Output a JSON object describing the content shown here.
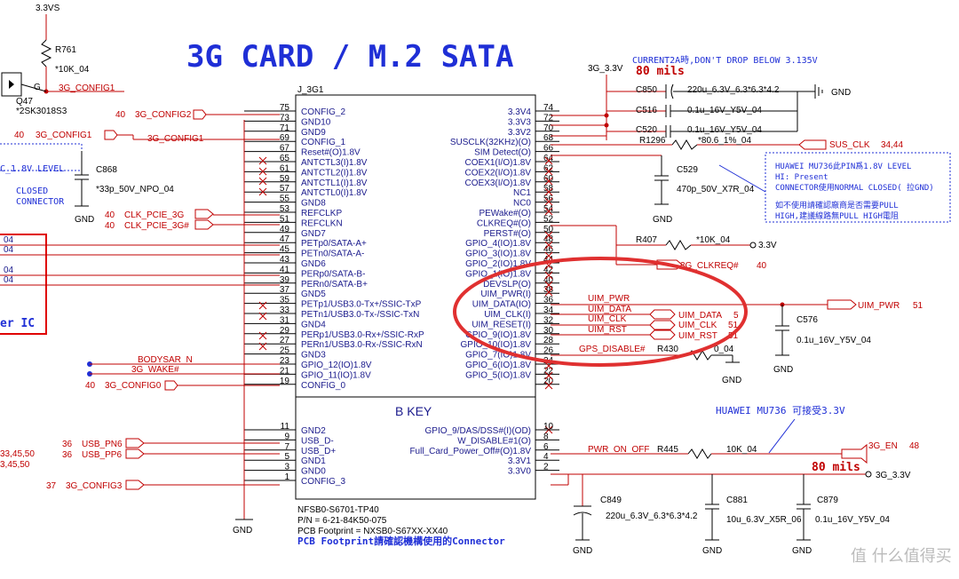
{
  "title": "3G CARD / M.2 SATA",
  "power_top": "3.3VS",
  "r761": {
    "ref": "R761",
    "val": "*10K_04"
  },
  "q47": {
    "ref": "Q47",
    "val": "*2SK3018S3",
    "g": "G"
  },
  "net_3g_config1": "3G_CONFIG1",
  "net_3g_3v": "3G_3.3V",
  "connector": {
    "ref": "J_3G1",
    "key": "B KEY",
    "part": "NFSB0-S6701-TP40",
    "pn": "P/N = 6-21-84K50-075",
    "footprint": "PCB Footprint = NXSB0-S67XX-XX40",
    "footprint_note": "PCB Footprint請確認機構使用的Connector"
  },
  "left_pins": [
    {
      "num": "75",
      "name": "CONFIG_2"
    },
    {
      "num": "73",
      "name": "GND10"
    },
    {
      "num": "71",
      "name": "GND9"
    },
    {
      "num": "69",
      "name": "CONFIG_1"
    },
    {
      "num": "67",
      "name": "Reset#(O)1.8V"
    },
    {
      "num": "65",
      "name": "ANTCTL3(I)1.8V"
    },
    {
      "num": "61",
      "name": "ANTCTL2(I)1.8V"
    },
    {
      "num": "59",
      "name": "ANTCTL1(I)1.8V"
    },
    {
      "num": "57",
      "name": "ANTCTL0(I)1.8V"
    },
    {
      "num": "55",
      "name": "GND8"
    },
    {
      "num": "53",
      "name": "REFCLKP"
    },
    {
      "num": "51",
      "name": "REFCLKN"
    },
    {
      "num": "49",
      "name": "GND7"
    },
    {
      "num": "47",
      "name": "PETp0/SATA-A+"
    },
    {
      "num": "45",
      "name": "PETn0/SATA-A-"
    },
    {
      "num": "43",
      "name": "GND6"
    },
    {
      "num": "41",
      "name": "PERp0/SATA-B-"
    },
    {
      "num": "39",
      "name": "PERn0/SATA-B+"
    },
    {
      "num": "37",
      "name": "GND5"
    },
    {
      "num": "35",
      "name": "PETp1/USB3.0-Tx+/SSIC-TxP"
    },
    {
      "num": "33",
      "name": "PETn1/USB3.0-Tx-/SSIC-TxN"
    },
    {
      "num": "31",
      "name": "GND4"
    },
    {
      "num": "29",
      "name": "PERp1/USB3.0-Rx+/SSIC-RxP"
    },
    {
      "num": "27",
      "name": "PERn1/USB3.0-Rx-/SSIC-RxN"
    },
    {
      "num": "25",
      "name": "GND3"
    },
    {
      "num": "23",
      "name": "GPIO_12(IO)1.8V"
    },
    {
      "num": "21",
      "name": "GPIO_11(IO)1.8V"
    },
    {
      "num": "19",
      "name": "CONFIG_0"
    }
  ],
  "left_pins_low": [
    {
      "num": "11",
      "name": "GND2"
    },
    {
      "num": "9",
      "name": "USB_D-"
    },
    {
      "num": "7",
      "name": "USB_D+"
    },
    {
      "num": "5",
      "name": "GND1"
    },
    {
      "num": "3",
      "name": "GND0"
    },
    {
      "num": "1",
      "name": "CONFIG_3"
    }
  ],
  "right_pins": [
    {
      "num": "74",
      "name": "3.3V4"
    },
    {
      "num": "72",
      "name": "3.3V3"
    },
    {
      "num": "70",
      "name": "3.3V2"
    },
    {
      "num": "68",
      "name": "SUSCLK(32KHz)(O)"
    },
    {
      "num": "66",
      "name": "SIM Detect(O)"
    },
    {
      "num": "64",
      "name": "COEX1(I/O)1.8V"
    },
    {
      "num": "62",
      "name": "COEX2(I/O)1.8V"
    },
    {
      "num": "60",
      "name": "COEX3(I/O)1.8V"
    },
    {
      "num": "58",
      "name": "NC1"
    },
    {
      "num": "56",
      "name": "NC0"
    },
    {
      "num": "54",
      "name": "PEWake#(O)"
    },
    {
      "num": "52",
      "name": "CLKREQ#(O)"
    },
    {
      "num": "50",
      "name": "PERST#(O)"
    },
    {
      "num": "48",
      "name": "GPIO_4(IO)1.8V"
    },
    {
      "num": "46",
      "name": "GPIO_3(IO)1.8V"
    },
    {
      "num": "44",
      "name": "GPIO_2(IO)1.8V"
    },
    {
      "num": "42",
      "name": "GPIO_1(IO)1.8V"
    },
    {
      "num": "40",
      "name": "DEVSLP(O)"
    },
    {
      "num": "38",
      "name": "UIM_PWR(I)"
    },
    {
      "num": "36",
      "name": "UIM_DATA(IO)"
    },
    {
      "num": "34",
      "name": "UIM_CLK(I)"
    },
    {
      "num": "32",
      "name": "UIM_RESET(I)"
    },
    {
      "num": "30",
      "name": "GPIO_9(IO)1.8V"
    },
    {
      "num": "28",
      "name": "GPIO_10(IO)1.8V"
    },
    {
      "num": "26",
      "name": "GPIO_7(IO)1.8V"
    },
    {
      "num": "24",
      "name": "GPIO_6(IO)1.8V"
    },
    {
      "num": "22",
      "name": "GPIO_5(IO)1.8V"
    },
    {
      "num": "20",
      "name": ""
    }
  ],
  "right_pins_low": [
    {
      "num": "10",
      "name": "GPIO_9/DAS/DSS#(I)(OD)"
    },
    {
      "num": "8",
      "name": "W_DISABLE#1(O)"
    },
    {
      "num": "6",
      "name": "Full_Card_Power_Off#(O)1.8V"
    },
    {
      "num": "4",
      "name": "3.3V1"
    },
    {
      "num": "2",
      "name": "3.3V0"
    }
  ],
  "left_nets": {
    "config2": {
      "page": "40",
      "name": "3G_CONFIG2"
    },
    "config1a": {
      "page": "40",
      "name": "3G_CONFIG1"
    },
    "config1b": "3G_CONFIG1",
    "clkp": {
      "page": "40",
      "name": "CLK_PCIE_3G"
    },
    "clkn": {
      "page": "40",
      "name": "CLK_PCIE_3G#"
    },
    "bodysar": "BODYSAR_N",
    "wake": "3G_WAKE#",
    "config0": {
      "page": "40",
      "name": "3G_CONFIG0"
    },
    "usbn": {
      "page": "36",
      "name": "USB_PN6"
    },
    "usbp": {
      "page": "36",
      "name": "USB_PP6"
    },
    "config3": {
      "page": "37",
      "name": "3G_CONFIG3"
    },
    "left_page_a": "33,45,50",
    "left_page_b": "3,45,50",
    "left_04": "04",
    "level": "C_1.8V LEVEL",
    "closed": "CLOSED",
    "connector_lbl": "CONNECTOR",
    "ic": "er IC"
  },
  "c868": {
    "ref": "C868",
    "val": "*33p_50V_NPO_04"
  },
  "gnd": "GND",
  "current_note": "CURRENT2A時,DON'T DROP BELOW 3.135V",
  "mils80": "80 mils",
  "c850": {
    "ref": "C850",
    "val": "220u_6.3V_6.3*6.3*4.2"
  },
  "c516": {
    "ref": "C516",
    "val": "0.1u_16V_Y5V_04"
  },
  "c520": {
    "ref": "C520",
    "val": "0.1u_16V_Y5V_04"
  },
  "r1296": {
    "ref": "R1296",
    "val": "*80.6_1%_04"
  },
  "sus_clk": {
    "name": "SUS_CLK",
    "page": "34,44"
  },
  "c529": {
    "ref": "C529",
    "val": "470p_50V_X7R_04"
  },
  "huawei_note": [
    "HUAWEI MU736此PIN爲1.8V LEVEL",
    "HI: Present",
    "CONNECTOR使用NORMAL CLOSED( 拉GND)",
    "如不使用請確認廠商是否需要PULL",
    "HIGH,建議線路無PULL HIGH電阻"
  ],
  "r407": {
    "ref": "R407",
    "val": "*10K_04",
    "net": "3.3V"
  },
  "clkreq": {
    "name": "3G_CLKREQ#",
    "page": "40"
  },
  "uim_right": {
    "pwr": "UIM_PWR",
    "data": "UIM_DATA",
    "clk": "UIM_CLK",
    "rst": "UIM_RST"
  },
  "uim_out": {
    "data": "UIM_DATA",
    "clk": "UIM_CLK",
    "rst": "UIM_RST",
    "p_data": "5",
    "p_clk": "51",
    "p_rst": "51"
  },
  "uim_pwr_out": {
    "name": "UIM_PWR",
    "page": "51"
  },
  "c576": {
    "ref": "C576",
    "val": "0.1u_16V_Y5V_04"
  },
  "gps": "GPS_DISABLE#",
  "r430": {
    "ref": "R430",
    "val": "0_04"
  },
  "huawei_33": "HUAWEI MU736 可接受3.3V",
  "pwr_on_off": "PWR_ON_OFF",
  "r445": {
    "ref": "R445",
    "val": "10K_04"
  },
  "g3_en": {
    "name": "3G_EN",
    "page": "48"
  },
  "c849": {
    "ref": "C849",
    "val": "220u_6.3V_6.3*6.3*4.2"
  },
  "c881": {
    "ref": "C881",
    "val": "10u_6.3V_X5R_06"
  },
  "c879": {
    "ref": "C879",
    "val": "0.1u_16V_Y5V_04"
  },
  "watermark": "值 什么值得买"
}
